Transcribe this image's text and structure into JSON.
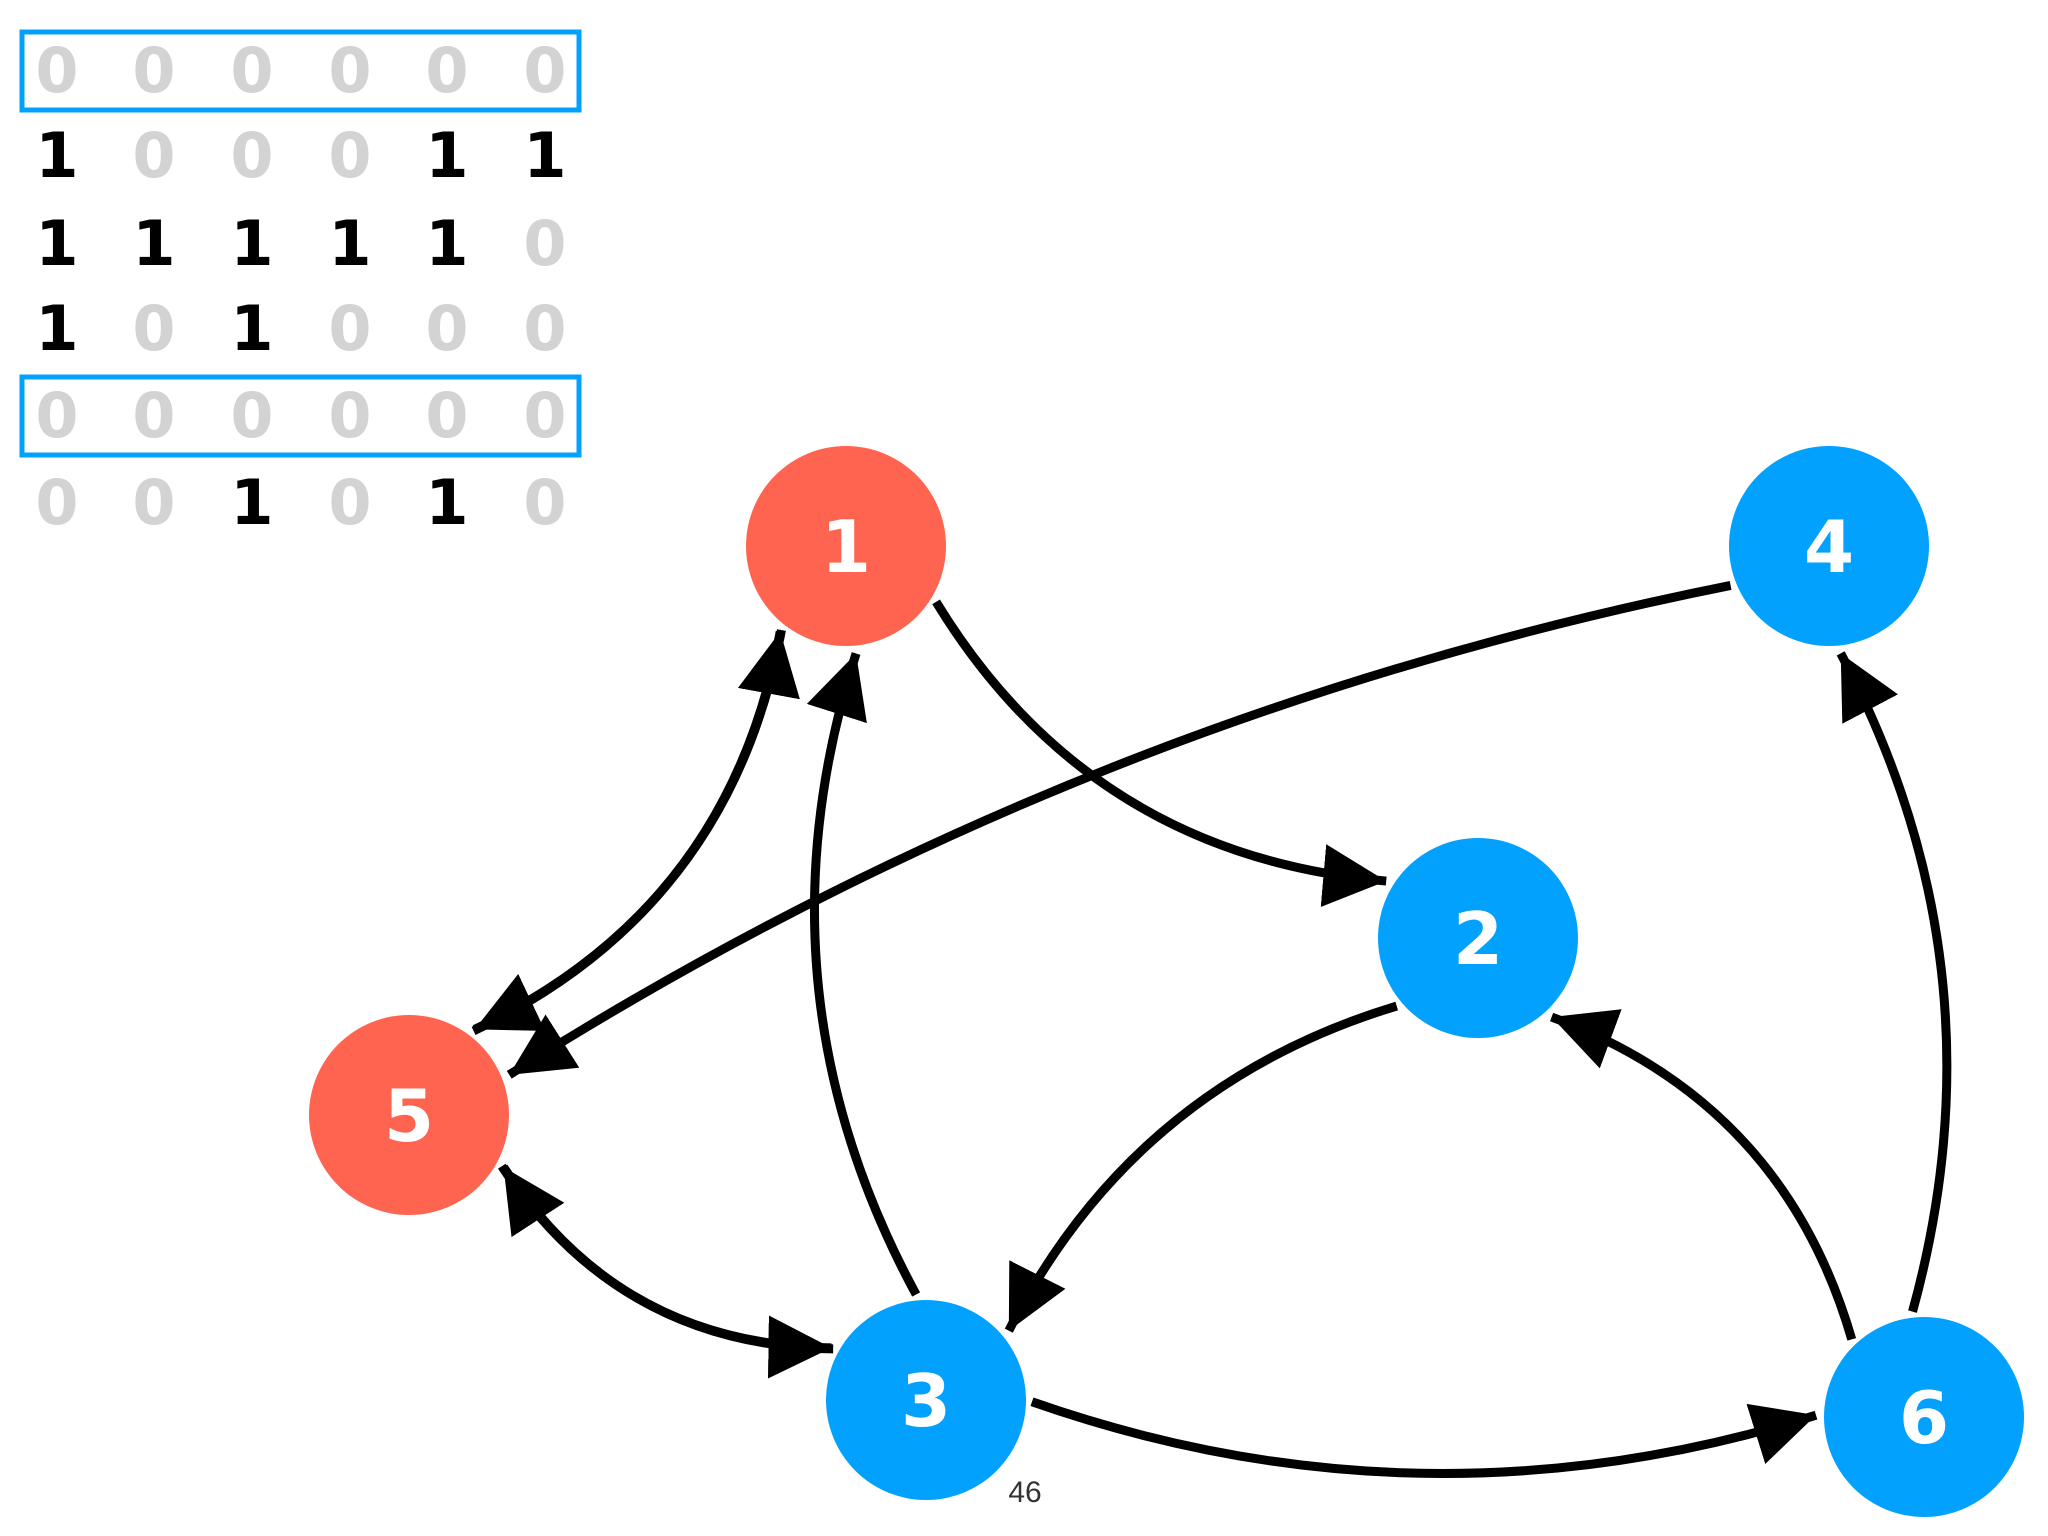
{
  "matrix": {
    "rows": [
      [
        "0",
        "0",
        "0",
        "0",
        "0",
        "0"
      ],
      [
        "1",
        "0",
        "0",
        "0",
        "1",
        "1"
      ],
      [
        "1",
        "1",
        "1",
        "1",
        "1",
        "0"
      ],
      [
        "1",
        "0",
        "1",
        "0",
        "0",
        "0"
      ],
      [
        "0",
        "0",
        "0",
        "0",
        "0",
        "0"
      ],
      [
        "0",
        "0",
        "1",
        "0",
        "1",
        "0"
      ]
    ],
    "highlighted_rows": [
      0,
      4
    ]
  },
  "nodes": [
    {
      "id": "1",
      "label": "1",
      "color": "#ff6450"
    },
    {
      "id": "2",
      "label": "2",
      "color": "#03a1fe"
    },
    {
      "id": "3",
      "label": "3",
      "color": "#03a1fe"
    },
    {
      "id": "4",
      "label": "4",
      "color": "#03a1fe"
    },
    {
      "id": "5",
      "label": "5",
      "color": "#ff6450"
    },
    {
      "id": "6",
      "label": "6",
      "color": "#03a1fe"
    }
  ],
  "edges": [
    {
      "from": "1",
      "to": "2"
    },
    {
      "from": "1",
      "to": "5"
    },
    {
      "from": "5",
      "to": "1"
    },
    {
      "from": "3",
      "to": "1"
    },
    {
      "from": "4",
      "to": "5"
    },
    {
      "from": "2",
      "to": "3"
    },
    {
      "from": "6",
      "to": "2"
    },
    {
      "from": "6",
      "to": "4"
    },
    {
      "from": "3",
      "to": "5"
    },
    {
      "from": "5",
      "to": "3"
    },
    {
      "from": "3",
      "to": "6"
    }
  ],
  "colors": {
    "highlight_box": "#03a1fe",
    "one": "#000000",
    "zero": "#d3d3d3",
    "edge": "#000000"
  },
  "page_number": "46"
}
